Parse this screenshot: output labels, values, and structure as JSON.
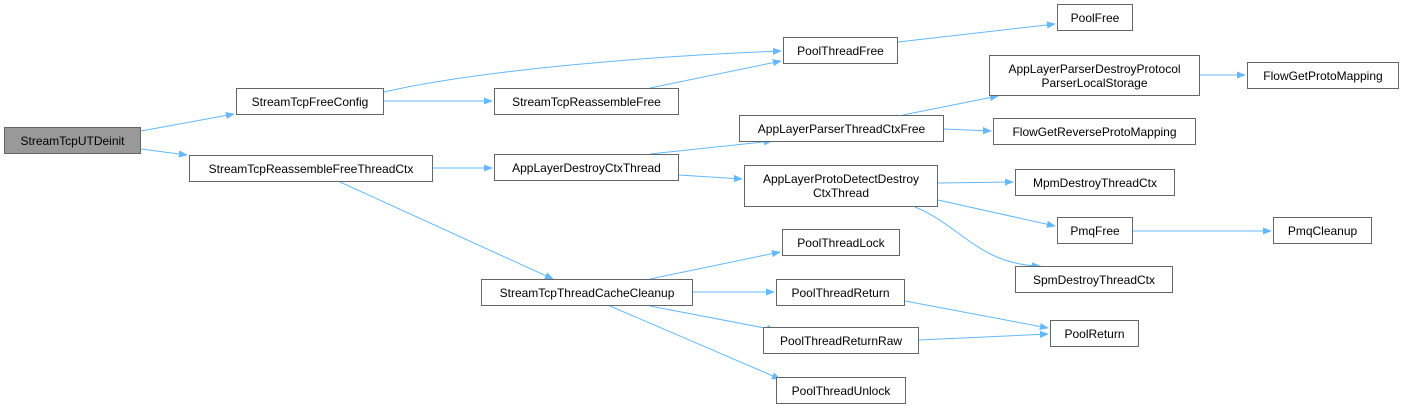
{
  "colors": {
    "edge": "#63b8ff",
    "root_fill": "#999999",
    "node_border": "#666666"
  },
  "nodes": {
    "root": "StreamTcpUTDeinit",
    "free_config": "StreamTcpFreeConfig",
    "reassemble_free_thread_ctx": "StreamTcpReassembleFreeThreadCtx",
    "pool_thread_free": "PoolThreadFree",
    "pool_free": "PoolFree",
    "reassemble_free": "StreamTcpReassembleFree",
    "destroy_ctx_thread": "AppLayerDestroyCtxThread",
    "thread_cache_cleanup": "StreamTcpThreadCacheCleanup",
    "parser_thread_ctx_free": "AppLayerParserThreadCtxFree",
    "proto_detect_destroy": "AppLayerProtoDetectDestroy\nCtxThread",
    "parser_destroy_protocol": "AppLayerParserDestroyProtocol\nParserLocalStorage",
    "flow_get_proto_mapping": "FlowGetProtoMapping",
    "flow_get_reverse": "FlowGetReverseProtoMapping",
    "mpm_destroy": "MpmDestroyThreadCtx",
    "pmq_free": "PmqFree",
    "pmq_cleanup": "PmqCleanup",
    "spm_destroy": "SpmDestroyThreadCtx",
    "pool_thread_lock": "PoolThreadLock",
    "pool_thread_return": "PoolThreadReturn",
    "pool_thread_return_raw": "PoolThreadReturnRaw",
    "pool_thread_unlock": "PoolThreadUnlock",
    "pool_return": "PoolReturn"
  }
}
